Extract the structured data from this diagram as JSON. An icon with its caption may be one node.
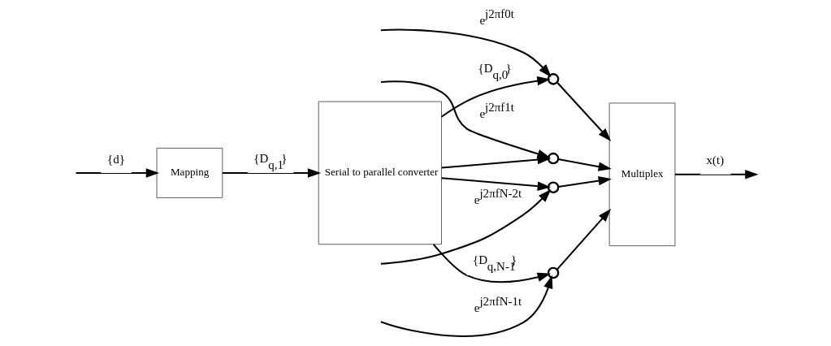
{
  "diagram": {
    "nodes": [
      {
        "text": [
          "Mapping"
        ]
      },
      {
        "text": [
          "Serial to parallel converter"
        ]
      },
      {
        "text": [
          "Multiplex"
        ]
      },
      {
        "text": [],
        "shape": "circle"
      },
      {
        "text": [],
        "shape": "circle"
      },
      {
        "text": [],
        "shape": "circle"
      },
      {
        "text": [],
        "shape": "circle"
      }
    ],
    "edges": [
      {
        "from": null,
        "to": 0,
        "arrow": "to",
        "label": "{d}"
      },
      {
        "from": 0,
        "to": 1,
        "arrow": "to",
        "label": "{D$_{q,1}$}"
      },
      {
        "from": 1,
        "to": 3,
        "arrow": "to",
        "label": "{D$_{q,0}$}"
      },
      {
        "from": 1,
        "to": 4,
        "arrow": "to"
      },
      {
        "from": 1,
        "to": 5,
        "arrow": "to"
      },
      {
        "from": 1,
        "to": 6,
        "arrow": "to",
        "label": "{D$_{q,N-1}$}"
      },
      {
        "from": null,
        "to": 3,
        "arrow": "to",
        "label": "e$^{j2πf0t}$"
      },
      {
        "from": null,
        "to": 4,
        "arrow": "to",
        "label": "e$^{j2πf1t}$"
      },
      {
        "from": null,
        "to": 5,
        "arrow": "to",
        "label": "e$^{j2πfN-2t}$"
      },
      {
        "from": null,
        "to": 6,
        "arrow": "to",
        "label": "e$^{j2πfN-1t}$"
      },
      {
        "from": 3,
        "to": 2,
        "arrow": "to"
      },
      {
        "from": 4,
        "to": 2,
        "arrow": "to"
      },
      {
        "from": 5,
        "to": 2,
        "arrow": "to"
      },
      {
        "from": 6,
        "to": 2,
        "arrow": "to"
      },
      {
        "from": 2,
        "to": null,
        "arrow": "to",
        "label": "x(t)"
      }
    ]
  }
}
